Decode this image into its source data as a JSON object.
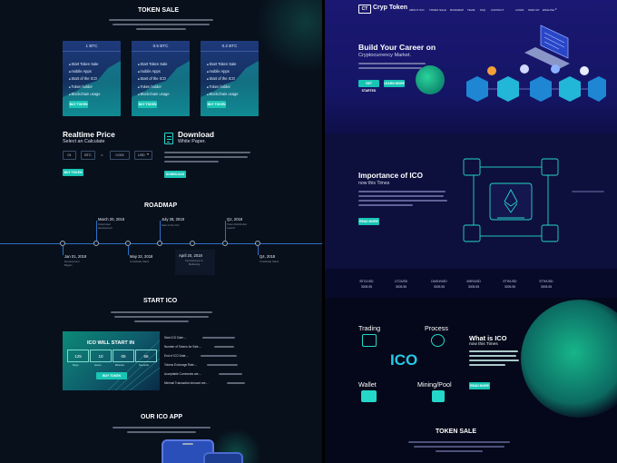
{
  "token_sale": {
    "title": "TOKEN SALE",
    "cards": [
      {
        "price": "1 BTC",
        "items": [
          "Start Token Sale",
          "mobile Apps",
          "Start of the ICO",
          "Token holder",
          "Blockchain usage"
        ],
        "button": "BUY TOKEN"
      },
      {
        "price": "0.5 BTC",
        "items": [
          "Start Token Sale",
          "mobile Apps",
          "Start of the ICO",
          "Token holder",
          "Blockchain usage"
        ],
        "button": "BUY TOKEN"
      },
      {
        "price": "0.2 BTC",
        "items": [
          "Start Token Sale",
          "mobile Apps",
          "Start of the ICO",
          "Token holder",
          "Blockchain usage"
        ],
        "button": "BUY TOKEN"
      }
    ]
  },
  "realtime": {
    "title": "Realtime Price",
    "subtitle": "Select an Calculate",
    "fields": [
      "01",
      "BTC",
      "=",
      "0.003",
      "USD"
    ],
    "button": "BUY TOKEN"
  },
  "download": {
    "title": "Download",
    "subtitle": "White Paper.",
    "button": "DOWNLOAD"
  },
  "roadmap": {
    "title": "ROADMAP",
    "top": [
      {
        "date": "March 20, 2018",
        "sub": "Initial token development"
      },
      {
        "date": "July 28, 2018",
        "sub": "Start of the ICO"
      },
      {
        "date": "Q1, 2018",
        "sub": "Token Distribution Launch"
      }
    ],
    "bottom": [
      {
        "date": "Jan 01, 2018",
        "sub": "Development Begins"
      },
      {
        "date": "May 22, 2018",
        "sub": "Crowdsale Starts"
      },
      {
        "date": "April 20, 2018",
        "sub": "Development & Marketing"
      },
      {
        "date": "Q4, 2018",
        "sub": "Crowdsale Starts"
      }
    ]
  },
  "start_ico": {
    "title": "START ICO",
    "banner": "ICO WILL START IN",
    "countdown": [
      {
        "value": "125",
        "label": "Days"
      },
      {
        "value": "10",
        "label": "Hours"
      },
      {
        "value": "05",
        "label": "Minutes"
      },
      {
        "value": "56",
        "label": "Seconds"
      }
    ],
    "button": "BUY TOKEN",
    "details": [
      "Start ICO Date....",
      "Number of Tokens for Sale....",
      "End of ICO Date....",
      "Tokens Exchange Rate....",
      "Acceptable Currencies are....",
      "Minimal Transaction Amount are...."
    ]
  },
  "ico_app": {
    "title": "OUR ICO APP"
  },
  "header": {
    "logo_badge": "CT",
    "logo_text": "Cryp Token",
    "nav": [
      "ABOUT ICO",
      "TOKEN SALE",
      "ROADMAP",
      "TEAM",
      "FAQ",
      "CONTACT",
      "LOGIN",
      "SIGN UP",
      "ENGLISH"
    ]
  },
  "hero": {
    "title": "Build Your Career on",
    "subtitle": "Cryptocurrency Market.",
    "buttons": [
      "GET STARTED",
      "LEARN MORE"
    ]
  },
  "importance": {
    "title": "Importance of ICO",
    "subtitle": "now this Times",
    "button": "READ MORE"
  },
  "tickers": [
    {
      "pair": "BTC/USD",
      "price": "3005.55"
    },
    {
      "pair": "LTC/USD",
      "price": "3005.55"
    },
    {
      "pair": "DASH/USD",
      "price": "3005.55"
    },
    {
      "pair": "XMR/USD",
      "price": "3005.55"
    },
    {
      "pair": "ETH/USD",
      "price": "3005.55"
    },
    {
      "pair": "ETH/USD",
      "price": "3005.55"
    }
  ],
  "what_is": {
    "features": [
      "Trading",
      "Process",
      "Wallet",
      "Mining/Pool"
    ],
    "center": "ICO",
    "title": "What is ICO",
    "subtitle": "now this Times",
    "button": "READ MORE"
  },
  "token_sale_right": {
    "title": "TOKEN SALE"
  },
  "colors": {
    "accent": "#18c4b4",
    "bg": "#060b14",
    "card": "#1b3a78",
    "roadmap": "#2e70c8"
  }
}
